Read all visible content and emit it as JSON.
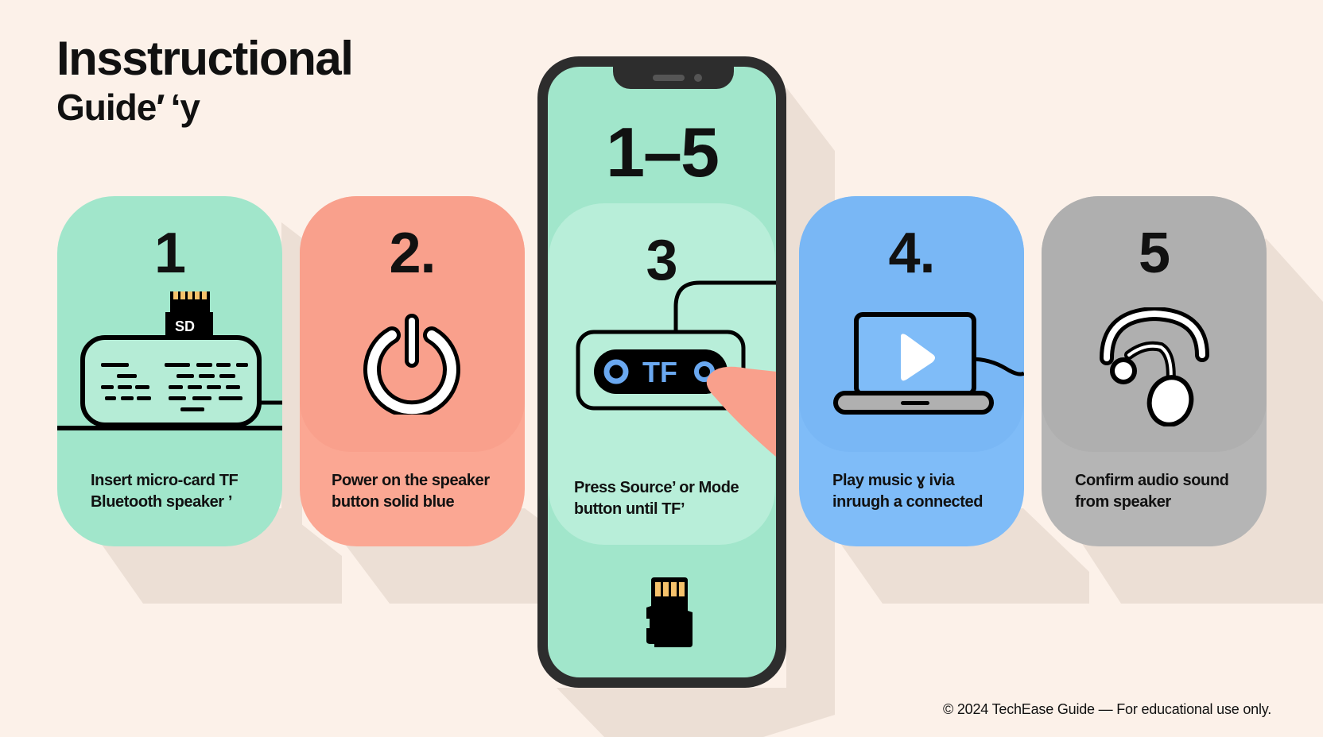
{
  "header": {
    "title_line1": "Insstructional",
    "title_line2": "Guide′ ʻy"
  },
  "phone": {
    "range_label": "1–5",
    "bottom_icon": "micro-sd-card-icon"
  },
  "steps": [
    {
      "number": "1",
      "line1": "Insert micro-card TF",
      "line2": "Bluetooth speaker  ’",
      "icon": "speaker-with-sd-card-icon",
      "color": "#a1e6cb",
      "inner_color": "#a1e6cb"
    },
    {
      "number": "2.",
      "line1": "Power on the speaker",
      "line2": "button solid blue",
      "icon": "power-icon",
      "color": "#fba793",
      "inner_color": "#f9a08c"
    },
    {
      "number": "3",
      "line1": "Press Source’ or Mode",
      "line2": "button until TF’",
      "icon": "tf-mode-button-icon",
      "color": "#b8eed9",
      "inner_color": "#b8eed9",
      "button_label": "TF"
    },
    {
      "number": "4.",
      "line1": "Play music ɣ ivia",
      "line2": "inruugh a connected",
      "icon": "laptop-play-icon",
      "color": "#7fbcf8",
      "inner_color": "#79b7f5"
    },
    {
      "number": "5",
      "line1": "Confirm audio sound",
      "line2": "from speaker",
      "icon": "audio-sound-icon",
      "color": "#b5b5b5",
      "inner_color": "#afafaf"
    }
  ],
  "footer": {
    "text": "© 2024 TechEase Guide — For educational use only."
  },
  "colors": {
    "background": "#fcf1e9",
    "phone_bezel": "#2d2d2d",
    "sd_contacts": "#f5c26b",
    "tf_accent": "#6aa8f0"
  }
}
